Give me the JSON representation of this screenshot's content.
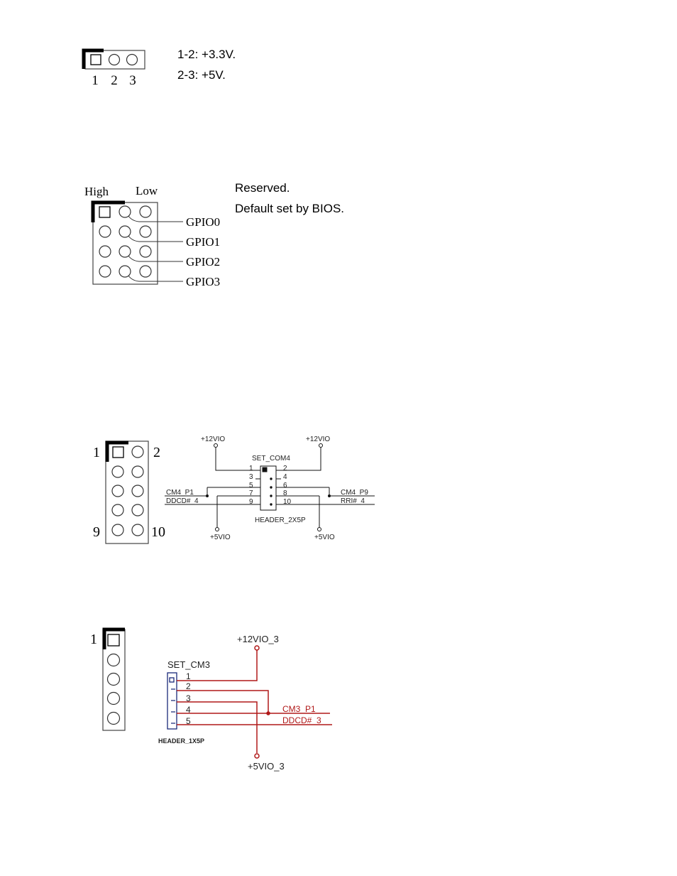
{
  "jumper_power": {
    "pin_labels": [
      "1",
      "2",
      "3"
    ],
    "settings": [
      "1-2: +3.3V.",
      "2-3: +5V."
    ]
  },
  "jumper_gpio": {
    "column_labels": [
      "High",
      "Low"
    ],
    "signals": [
      "GPIO0",
      "GPIO1",
      "GPIO2",
      "GPIO3"
    ],
    "notes": [
      "Reserved.",
      "Default set by BIOS."
    ]
  },
  "header_com4": {
    "pin_labels": [
      "1",
      "2",
      "9",
      "10"
    ],
    "schematic": {
      "power_top": [
        "+12VIO",
        "+12VIO"
      ],
      "power_bottom": [
        "+5VIO",
        "+5VIO"
      ],
      "title": "SET_COM4",
      "part": "HEADER_2X5P",
      "left_pins": [
        "1",
        "3",
        "5",
        "7",
        "9"
      ],
      "right_pins": [
        "2",
        "4",
        "6",
        "8",
        "10"
      ],
      "net_left": [
        "CM4_P1",
        "DDCD#_4"
      ],
      "net_right": [
        "CM4_P9",
        "RRI#_4"
      ]
    }
  },
  "header_com3": {
    "pin_label": "1",
    "schematic": {
      "power_top": "+12VIO_3",
      "power_bottom": "+5VIO_3",
      "title": "SET_CM3",
      "part": "HEADER_1X5P",
      "pins": [
        "1",
        "2",
        "3",
        "4",
        "5"
      ],
      "nets": [
        "CM3_P1",
        "DDCD#_3"
      ],
      "wire_color": "#b01818"
    }
  }
}
